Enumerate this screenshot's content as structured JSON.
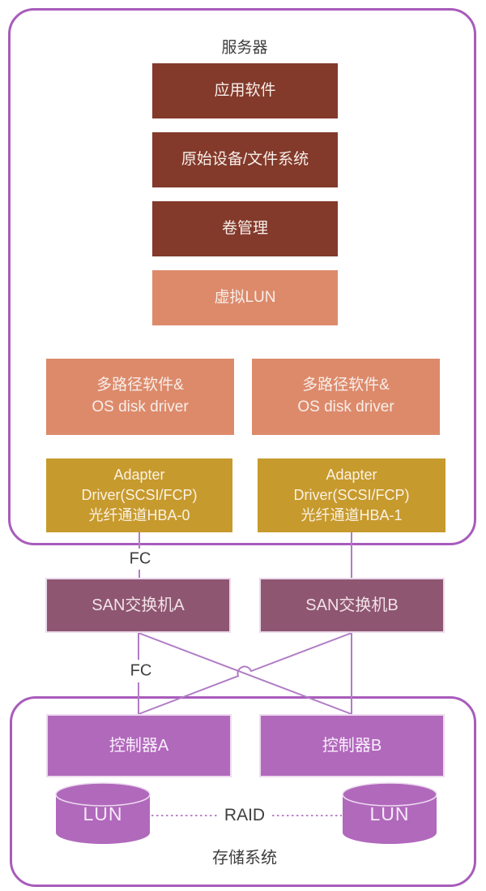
{
  "colors": {
    "boundary_border": "#a85cbb",
    "connector_line": "#b07cc5",
    "brick_box": "#833a2b",
    "salmon_box": "#dd8a6b",
    "gold_box": "#c79a2d",
    "plum_box": "#8e5671",
    "orchid_box": "#b169bc",
    "box_text": "#f7eee9",
    "label_text": "#3e3e3e"
  },
  "server": {
    "title": "服务器",
    "stack": [
      {
        "label": "应用软件"
      },
      {
        "label": "原始设备/文件系统"
      },
      {
        "label": "卷管理"
      },
      {
        "label": "虚拟LUN"
      }
    ],
    "multipath": [
      {
        "lines": [
          "多路径软件&",
          "OS disk driver"
        ]
      },
      {
        "lines": [
          "多路径软件&",
          "OS disk driver"
        ]
      }
    ],
    "adapters": [
      {
        "lines": [
          "Adapter",
          "Driver(SCSI/FCP)",
          "光纤通道HBA-0"
        ]
      },
      {
        "lines": [
          "Adapter",
          "Driver(SCSI/FCP)",
          "光纤通道HBA-1"
        ]
      }
    ]
  },
  "connections": {
    "fc_top": "FC",
    "fc_bottom": "FC",
    "raid": "RAID"
  },
  "switches": [
    {
      "label": "SAN交换机A"
    },
    {
      "label": "SAN交换机B"
    }
  ],
  "storage": {
    "title": "存储系统",
    "controllers": [
      {
        "label": "控制器A"
      },
      {
        "label": "控制器B"
      }
    ],
    "luns": [
      {
        "label": "LUN"
      },
      {
        "label": "LUN"
      }
    ]
  }
}
